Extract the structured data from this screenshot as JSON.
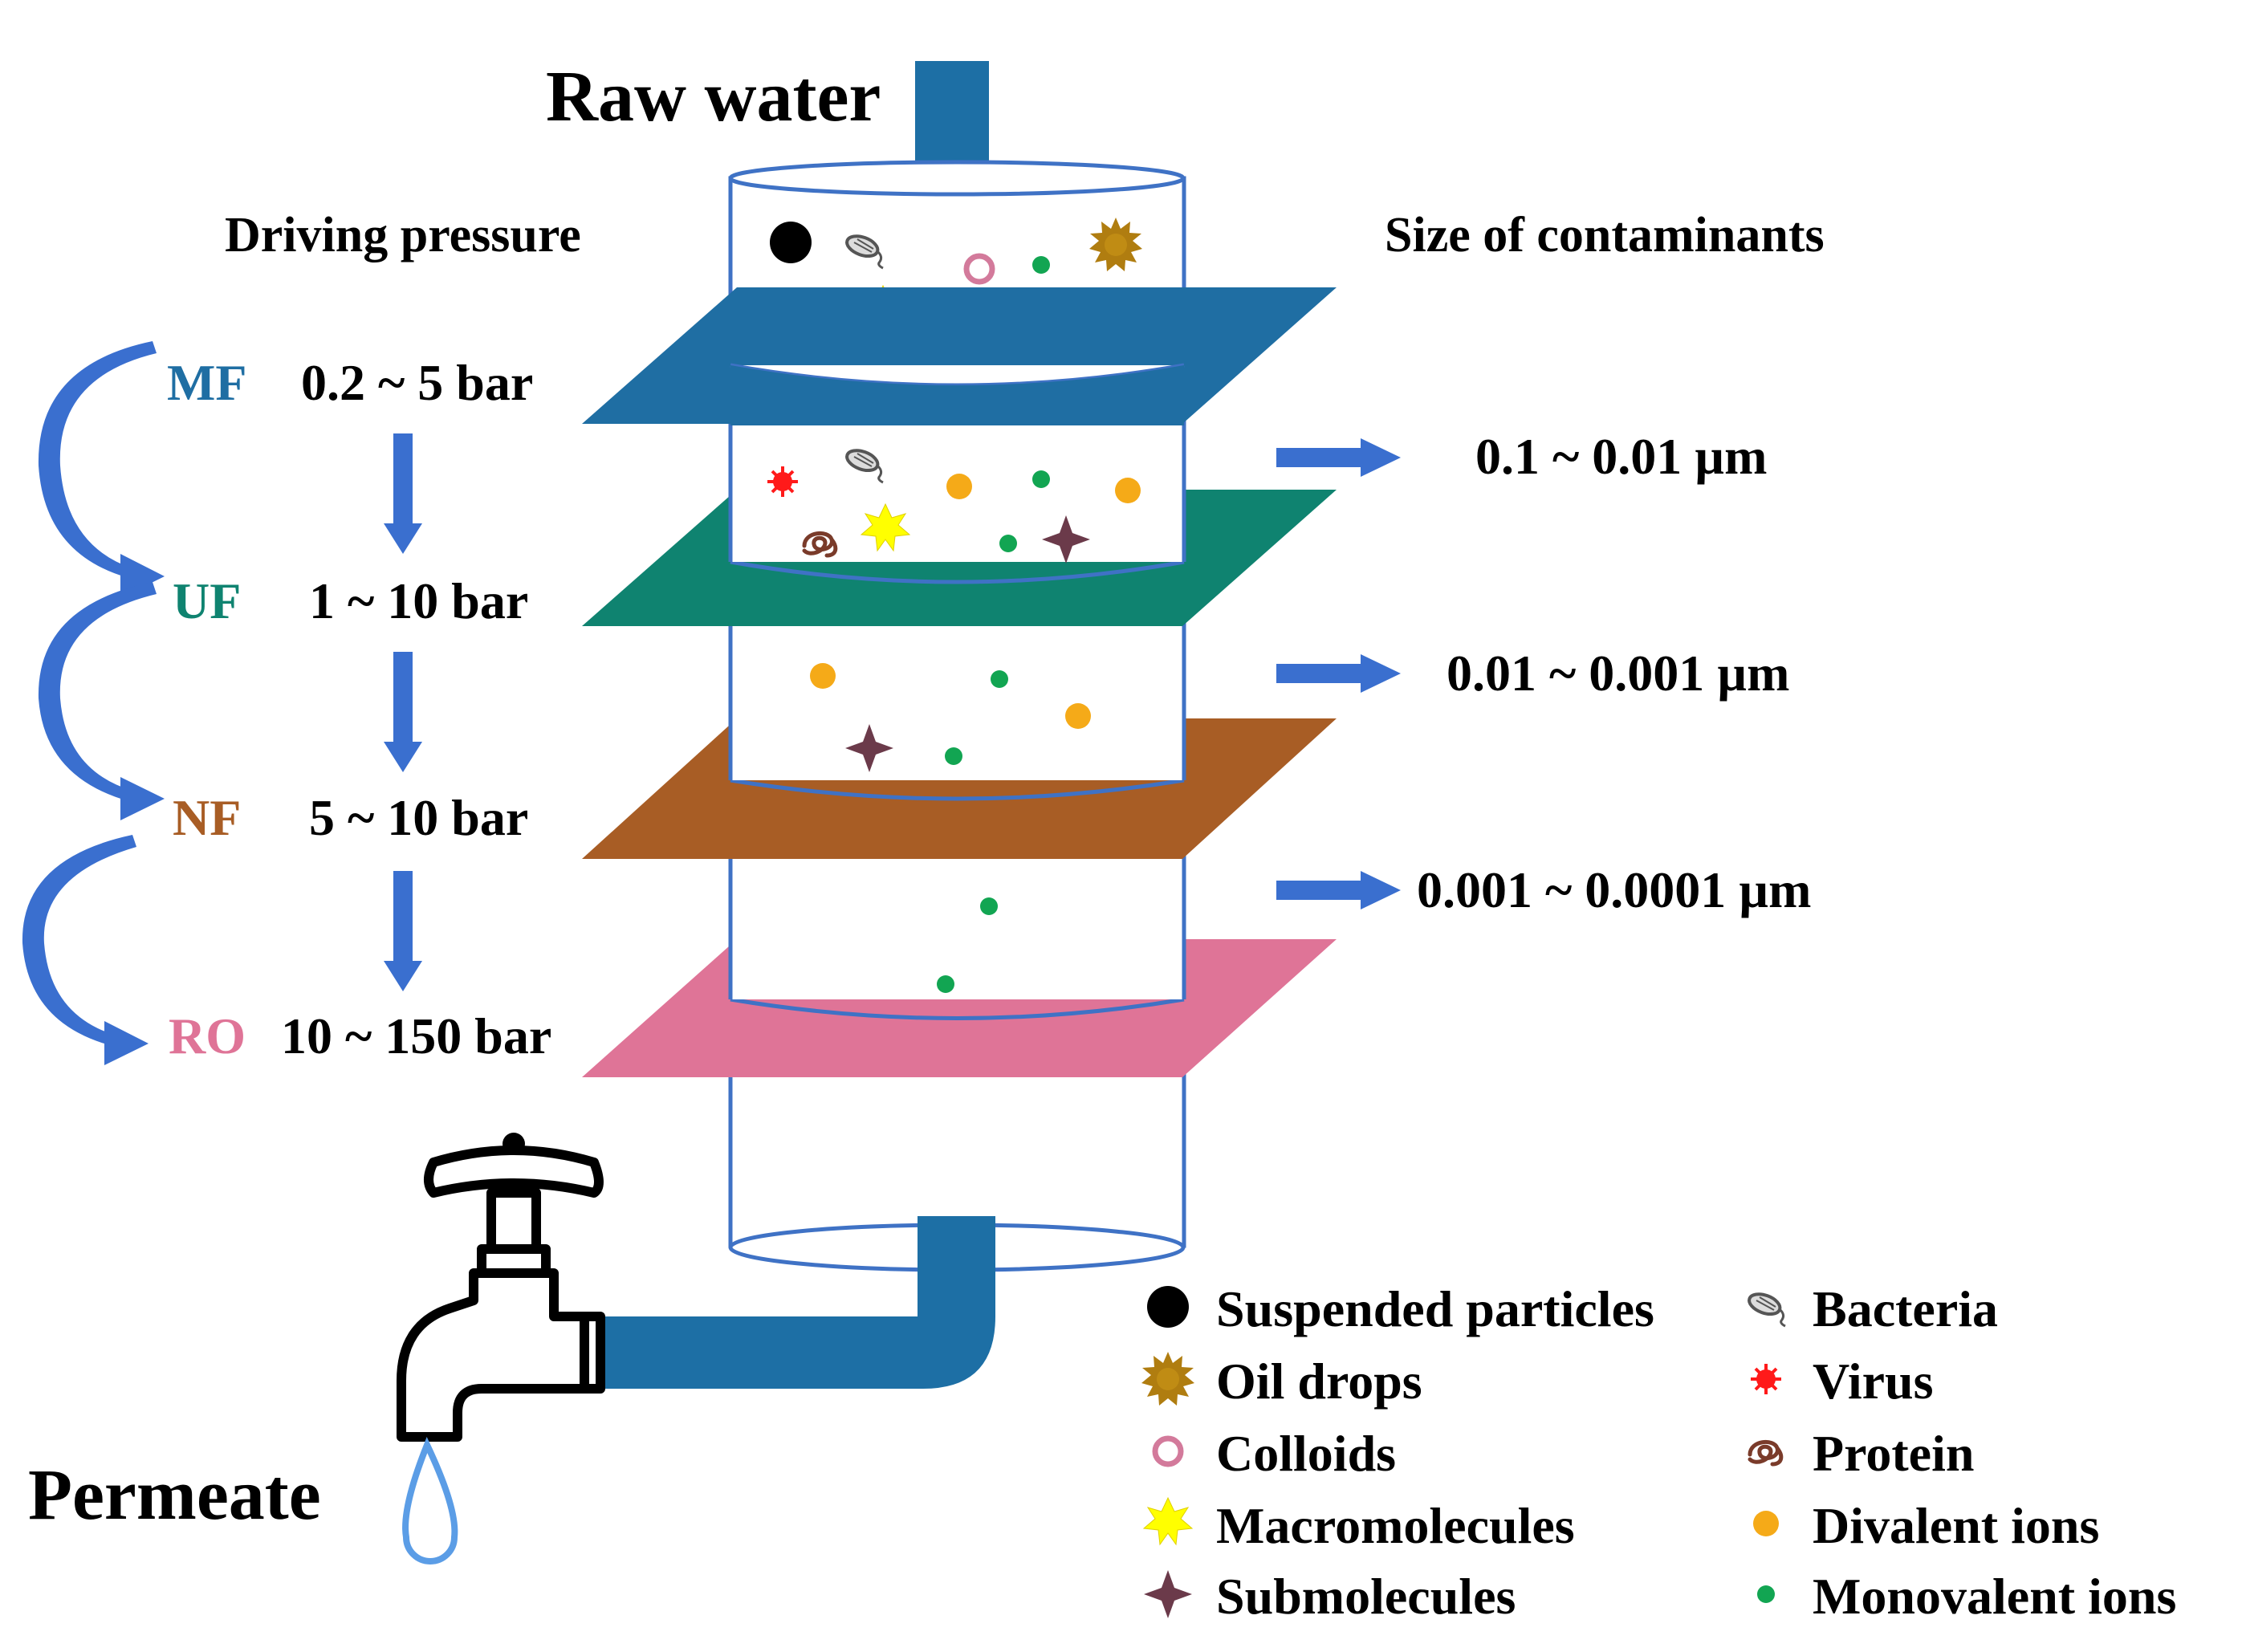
{
  "title": "Raw water",
  "output_label": "Permeate",
  "left_header": "Driving pressure",
  "right_header": "Size of contaminants",
  "colors": {
    "arrow": "#1d6fa5",
    "stage_arrow": "#3a6fcf",
    "cylinder_outline": "#3f72c5",
    "MF": "#1f6ea3",
    "UF": "#0f8370",
    "NF": "#a85d25",
    "RO": "#df7497",
    "drop": "#5b9de6"
  },
  "stages": [
    {
      "id": "MF",
      "name": "MF",
      "pressure": "0.2 ~ 5 bar",
      "color": "#1f6ea3"
    },
    {
      "id": "UF",
      "name": "UF",
      "pressure": "1 ~ 10 bar",
      "color": "#0f8370"
    },
    {
      "id": "NF",
      "name": "NF",
      "pressure": "5 ~ 10 bar",
      "color": "#a85d25"
    },
    {
      "id": "RO",
      "name": "RO",
      "pressure": "10 ~ 150 bar",
      "color": "#df7497"
    }
  ],
  "sizes": [
    "0.1 ~ 0.01 µm",
    "0.01 ~ 0.001 µm",
    "0.001 ~ 0.0001 µm"
  ],
  "legend": [
    {
      "label": "Suspended particles",
      "icon": "black-dot-icon",
      "color": "#000000"
    },
    {
      "label": "Oil drops",
      "icon": "sunburst-icon",
      "color": "#b07d10"
    },
    {
      "label": "Colloids",
      "icon": "ring-icon",
      "color": "#d37a9b"
    },
    {
      "label": "Macromolecules",
      "icon": "star-icon",
      "color": "#ffff00"
    },
    {
      "label": "Submolecules",
      "icon": "diamond-star-icon",
      "color": "#6b3a4a"
    },
    {
      "label": "Bacteria",
      "icon": "bacteria-icon",
      "color": "#666666"
    },
    {
      "label": "Virus",
      "icon": "virus-icon",
      "color": "#ff1a1a"
    },
    {
      "label": "Protein",
      "icon": "protein-coil-icon",
      "color": "#7a3b2a"
    },
    {
      "label": "Divalent ions",
      "icon": "orange-dot-icon",
      "color": "#f5aa18"
    },
    {
      "label": "Monovalent ions",
      "icon": "green-dot-icon",
      "color": "#12a552"
    }
  ]
}
